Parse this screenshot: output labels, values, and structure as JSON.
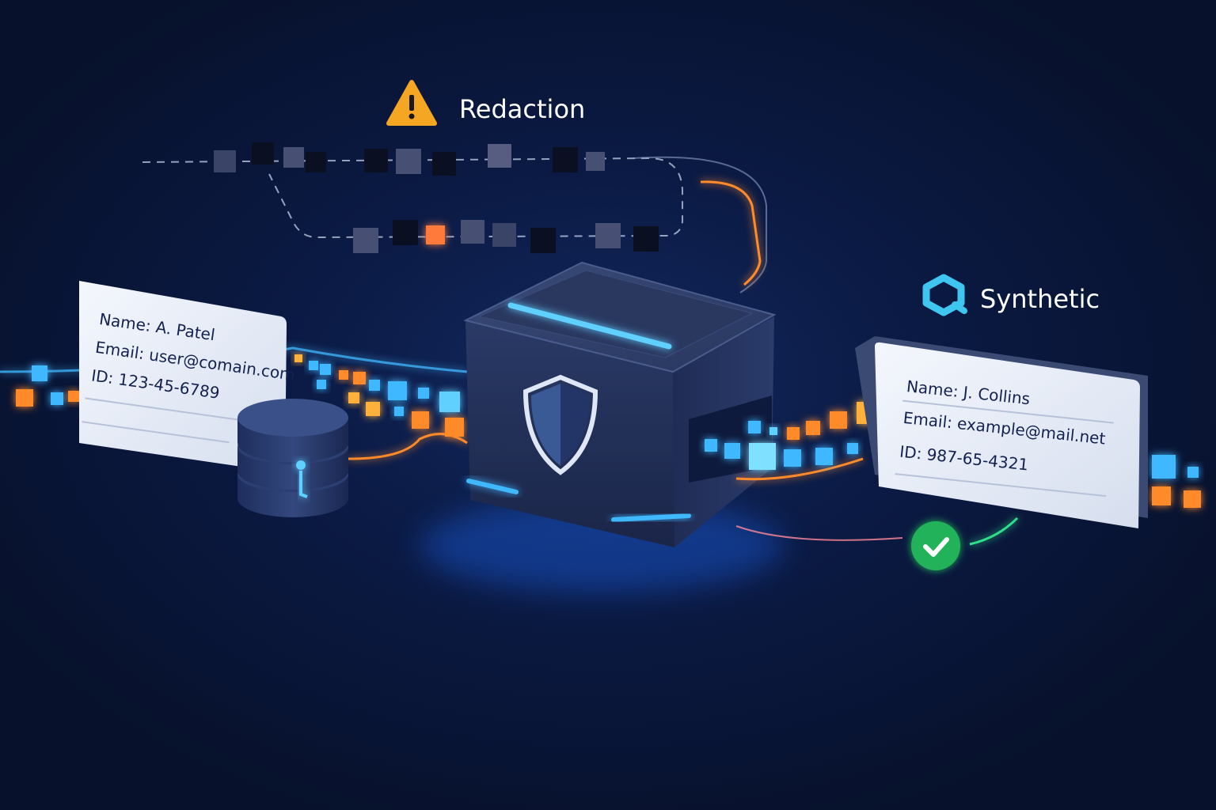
{
  "labels": {
    "redaction": "Redaction",
    "synthetic": "Synthetic"
  },
  "source_record": {
    "name": "Name: A. Patel",
    "email": "Email: user@comain.com",
    "id": "ID: 123-45-6789"
  },
  "synthetic_record": {
    "name": "Name: J. Collins",
    "email": "Email: example@mail.net",
    "id": "ID: 987-65-4321"
  },
  "colors": {
    "background": "#0b1a44",
    "accent_blue": "#3fb8ff",
    "accent_orange": "#ff8a2a",
    "warning": "#f5a623",
    "success": "#22b35a",
    "card": "#e9eef8"
  }
}
